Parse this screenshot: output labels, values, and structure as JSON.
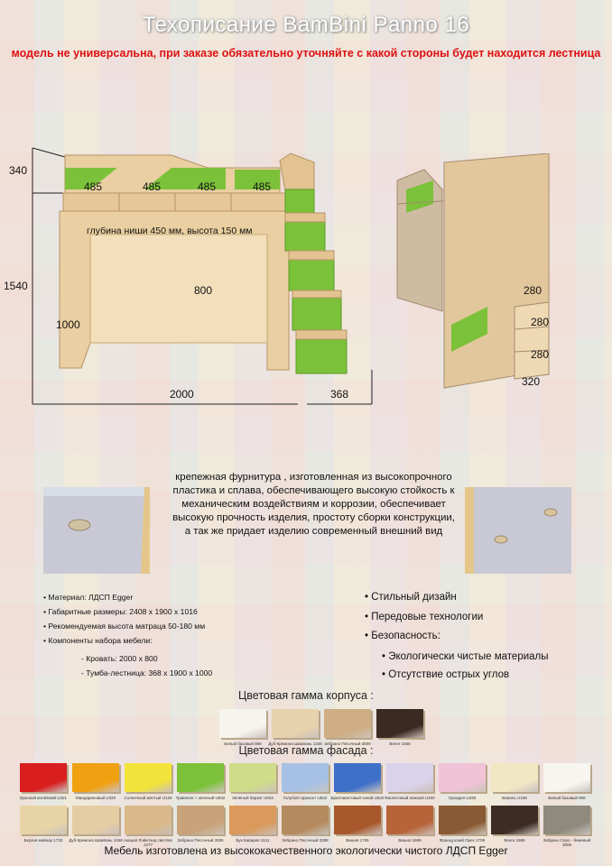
{
  "header": {
    "title": "Техописание BamBini Panno 16",
    "warning": "модель не универсальна, при заказе обязательно уточняйте с какой стороны будет находится лестница"
  },
  "drawing": {
    "dim_340": "340",
    "dim_1540": "1540",
    "dim_1000": "1000",
    "dim_2000": "2000",
    "dim_368": "368",
    "dim_800": "800",
    "segments": [
      "485",
      "485",
      "485",
      "485"
    ],
    "niche_note": "глубина ниши 450 мм, высота 150 мм",
    "side": {
      "d1": "280",
      "d2": "280",
      "d3": "280",
      "d4": "320"
    }
  },
  "description": {
    "lines": [
      "крепежная фурнитура , изготовленная из высокопрочного",
      "пластика и сплава, обеспечивающего высокую стойкость к",
      "механическим воздействиям и коррозии, обеспечивает",
      "высокую прочность изделия, простоту сборки конструкции,",
      "а так же придает изделию современный внешний вид"
    ]
  },
  "specs": [
    "Материал:  ЛДСП Egger",
    "Габаритные размеры:  2408 х 1900 х 1016",
    "Рекомендуемая высота матраца 50-180 мм",
    "Компоненты набора мебели:"
  ],
  "components": [
    "- Кровать:  2000 х 800",
    "- Тумба-лестница:  368 х 1900 х 1000"
  ],
  "features": {
    "f1": "Стильный дизайн",
    "f2": "Передовые технологии",
    "f3": "Безопасность:",
    "f4": "Экологически чистые материалы",
    "f5": "Отсутствие острых углов"
  },
  "body_colors": {
    "title": "Цветовая гамма корпуса :",
    "items": [
      {
        "label": "Белый базовый 908",
        "color": "#f6f4ee"
      },
      {
        "label": "Дуб Кремона Шампань 1348",
        "color": "#e7d2ad"
      },
      {
        "label": "Зебрано Песочный 3009",
        "color": "#cfae86"
      },
      {
        "label": "Венге 1555",
        "color": "#3a2a22"
      }
    ]
  },
  "facade_colors": {
    "title": "Цветовая гамма фасада :",
    "row1": [
      {
        "label": "Красный китайский U321",
        "color": "#d81e1e"
      },
      {
        "label": "Мандариновый U329",
        "color": "#f0a112"
      },
      {
        "label": "Солнечный жёлтый U129",
        "color": "#f2e33a"
      },
      {
        "label": "Травяное + зеленый U632",
        "color": "#7cc13a"
      },
      {
        "label": "Зелёный бархат U634",
        "color": "#cfdc8a"
      },
      {
        "label": "Голубой горизонт U522",
        "color": "#a7c1e4"
      },
      {
        "label": "Бриллиантовый синий U522",
        "color": "#3f70c8"
      },
      {
        "label": "Фиолетовый нежный U400",
        "color": "#d9d2ea"
      },
      {
        "label": "Орхидея U336",
        "color": "#f0c3d7"
      },
      {
        "label": "Ваниль U108",
        "color": "#f2e7c4"
      },
      {
        "label": "Белый базовый 908",
        "color": "#f7f5ef"
      }
    ],
    "row2": [
      {
        "label": "Береза майнау 1733",
        "color": "#e8d3a7"
      },
      {
        "label": "Дуб Кремона Шампань 1348",
        "color": "#e4cda3"
      },
      {
        "label": "Акация Лэйклэнд светлая 1277",
        "color": "#d9b98a"
      },
      {
        "label": "Зебрано Песочный 3006",
        "color": "#c8a27a"
      },
      {
        "label": "Бук Бавария 1511",
        "color": "#d99a5c"
      },
      {
        "label": "Зебрано Песочный 3388",
        "color": "#b58a5e"
      },
      {
        "label": "Вишня 1706",
        "color": "#a9572c"
      },
      {
        "label": "Вишня 1699",
        "color": "#b8643a"
      },
      {
        "label": "Французский Орех 1709",
        "color": "#8a5a34"
      },
      {
        "label": "Венге 1555",
        "color": "#3c2c24"
      },
      {
        "label": "Зебрано Серо - бежевый 3006",
        "color": "#8f8a7c"
      }
    ]
  },
  "footer": "Мебель изготовлена из высококачественного экологически чистого ЛДСП Egger"
}
